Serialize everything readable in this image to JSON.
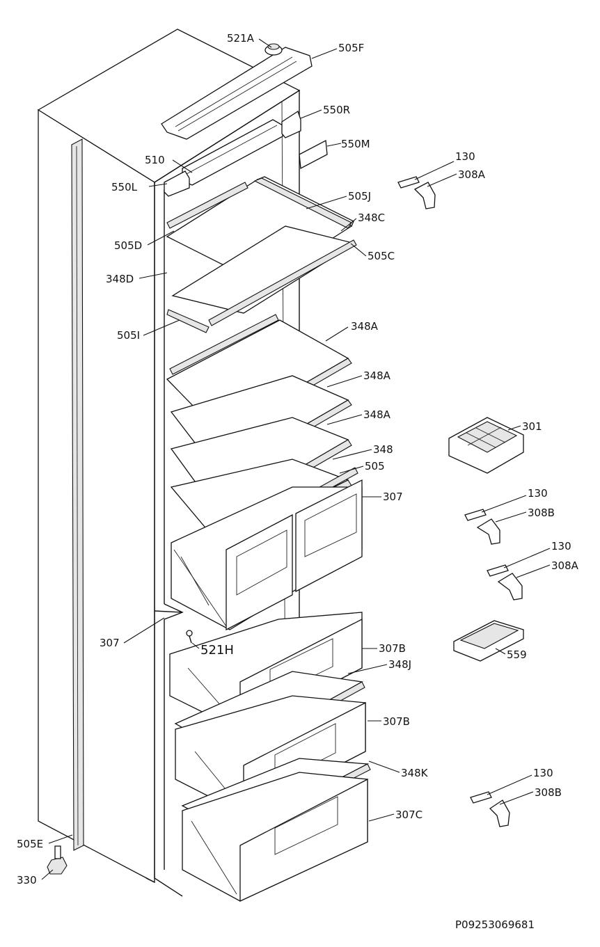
{
  "drawing_code": "P09253069681",
  "labels": {
    "l521A": "521A",
    "l505F": "505F",
    "l550R": "550R",
    "l550M": "550M",
    "l510": "510",
    "l550L": "550L",
    "l505J": "505J",
    "l348C": "348C",
    "l505D": "505D",
    "l505C": "505C",
    "l348D": "348D",
    "l505I": "505I",
    "l348A_1": "348A",
    "l348A_2": "348A",
    "l348A_3": "348A",
    "l348": "348",
    "l505": "505",
    "l307_upper": "307",
    "l307_left": "307",
    "l521H": "521H",
    "l307B_1": "307B",
    "l348J": "348J",
    "l307B_2": "307B",
    "l348K": "348K",
    "l307C": "307C",
    "l505E": "505E",
    "l330": "330",
    "l130_1": "130",
    "l308A_1": "308A",
    "l301": "301",
    "l130_2": "130",
    "l308B_1": "308B",
    "l130_3": "130",
    "l308A_2": "308A",
    "l559": "559",
    "l130_4": "130",
    "l308B_2": "308B"
  }
}
